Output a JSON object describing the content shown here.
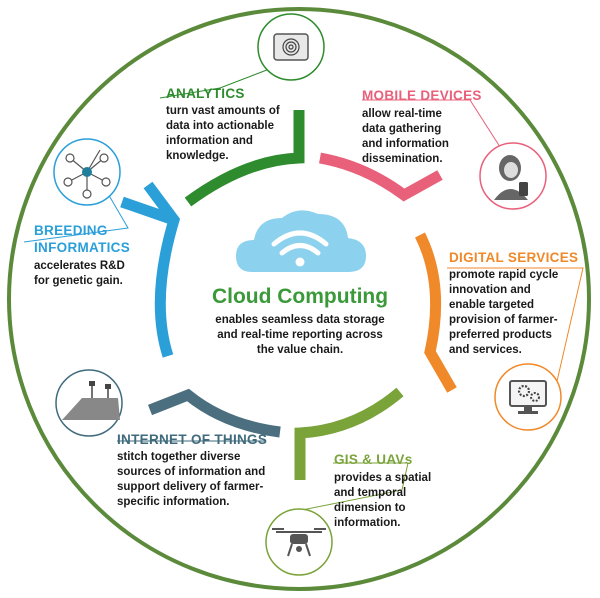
{
  "center": {
    "title": "Cloud Computing",
    "lines": [
      "enables seamless data storage",
      "and real-time reporting across",
      "the value chain."
    ]
  },
  "sections": {
    "analytics": {
      "title": "ANALYTICS",
      "color": "#2e8b2e",
      "lines": [
        "turn vast amounts of",
        "data into actionable",
        "information and",
        "knowledge."
      ],
      "icon": "tablet-fingerprint-icon"
    },
    "mobile": {
      "title": "MOBILE DEVICES",
      "color": "#e8607a",
      "lines": [
        "allow real-time",
        "data gathering",
        "and information",
        "dissemination."
      ],
      "icon": "person-with-phone-icon"
    },
    "digital": {
      "title": "DIGITAL SERVICES",
      "color": "#f0892a",
      "lines": [
        "promote rapid cycle",
        "innovation and",
        "enable targeted",
        "provision of farmer-",
        "preferred products",
        "and services."
      ],
      "icon": "monitor-gears-icon"
    },
    "gis": {
      "title": "GIS & UAVs",
      "color": "#7aa33a",
      "lines": [
        "provides a spatial",
        "and temporal",
        "dimension to",
        "information."
      ],
      "icon": "drone-icon"
    },
    "iot": {
      "title": "INTERNET OF THINGS",
      "color": "#3f6b7d",
      "lines": [
        "stitch together diverse",
        "sources of information and",
        "support delivery of farmer-",
        "specific information."
      ],
      "icon": "field-sensors-icon"
    },
    "breeding": {
      "title": "BREEDING",
      "title2": "INFORMATICS",
      "color": "#2a9fd8",
      "lines": [
        "accelerates R&D",
        "for genetic gain."
      ],
      "icon": "network-nodes-icon"
    }
  }
}
